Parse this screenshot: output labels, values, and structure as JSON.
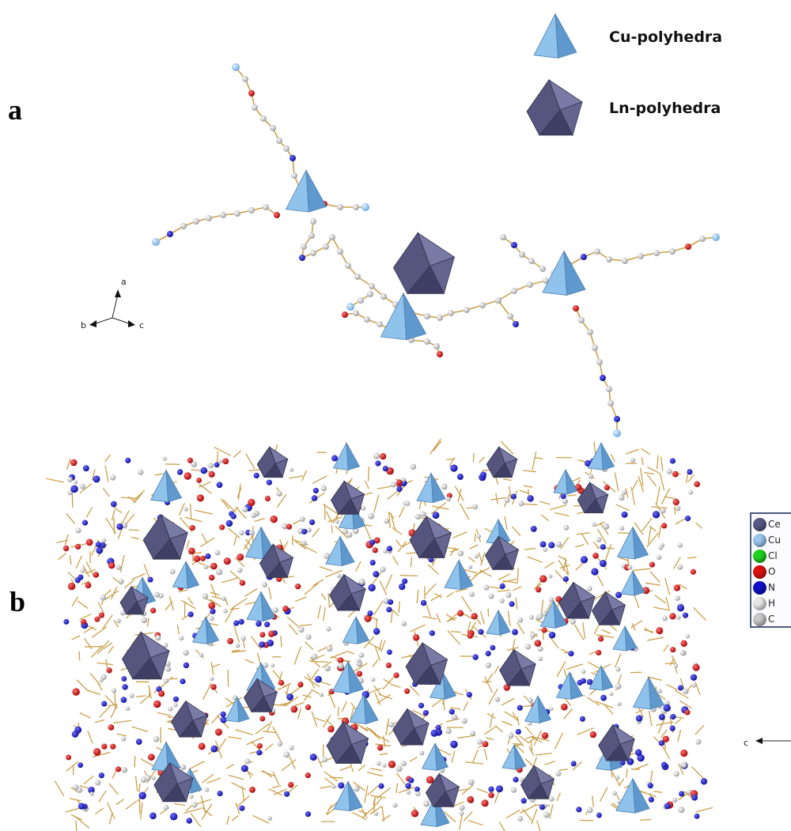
{
  "panels": {
    "a": "a",
    "b": "b"
  },
  "legend": {
    "cu": "Cu-polyhedra",
    "ln": "Ln-polyhedra"
  },
  "axes": {
    "a": "a",
    "b": "b",
    "c": "c",
    "c2": "c"
  },
  "element_key": [
    {
      "symbol": "Ce",
      "color": "#5a5a86"
    },
    {
      "symbol": "Cu",
      "color": "#9cc8ee"
    },
    {
      "symbol": "Cl",
      "color": "#1fd31f"
    },
    {
      "symbol": "O",
      "color": "#e01010"
    },
    {
      "symbol": "N",
      "color": "#1010c8"
    },
    {
      "symbol": "H",
      "color": "#e8e8e8"
    },
    {
      "symbol": "C",
      "color": "#c8c8c8"
    }
  ],
  "colors": {
    "cu_face": "#8fc3ec",
    "cu_face_dark": "#5e98cc",
    "ln_face": "#64648f",
    "ln_face_dark": "#3f3f66",
    "bond": "#c9a04a",
    "carbon": "#c8c8c8",
    "nitrogen": "#1010c8",
    "oxygen": "#dd1010"
  }
}
